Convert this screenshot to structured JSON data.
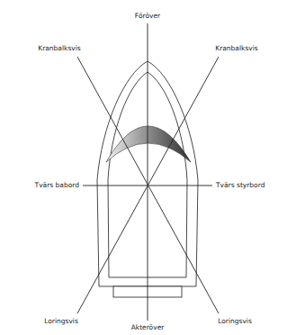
{
  "diagram": {
    "labels": [
      "Föröver",
      "Kranbalksvis",
      "Kranbalksvis",
      "Tvärs babord",
      "Tvärs styrbord",
      "Loringsvis",
      "Loringsvis",
      "Akteröver"
    ]
  }
}
